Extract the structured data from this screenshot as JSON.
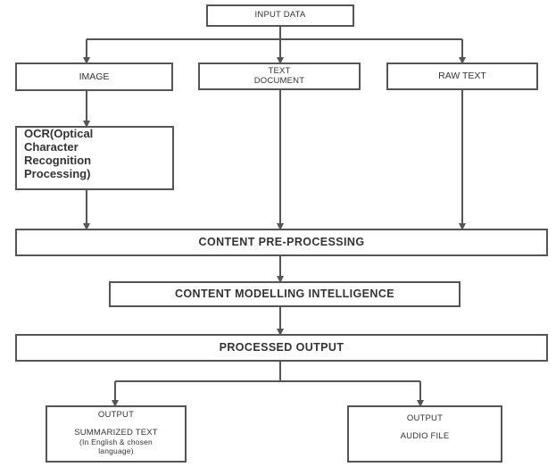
{
  "nodes": {
    "input_data": "INPUT DATA",
    "image": "IMAGE",
    "text_document_line1": "TEXT",
    "text_document_line2": "DOCUMENT",
    "raw_text": "RAW TEXT",
    "ocr_line1": "OCR(Optical",
    "ocr_line2": "Character",
    "ocr_line3": "Recognition",
    "ocr_line4": "Processing)",
    "content_preprocessing": "CONTENT PRE-PROCESSING",
    "content_modelling": "CONTENT MODELLING INTELLIGENCE",
    "processed_output": "PROCESSED OUTPUT",
    "output_left_title": "OUTPUT",
    "output_left_line1": "SUMMARIZED TEXT",
    "output_left_line2": "(In English & chosen",
    "output_left_line3": "language)",
    "output_right_title": "OUTPUT",
    "output_right_line1": "AUDIO FILE"
  },
  "colors": {
    "line": "#555555",
    "box_border": "#555555",
    "text": "#333333"
  }
}
